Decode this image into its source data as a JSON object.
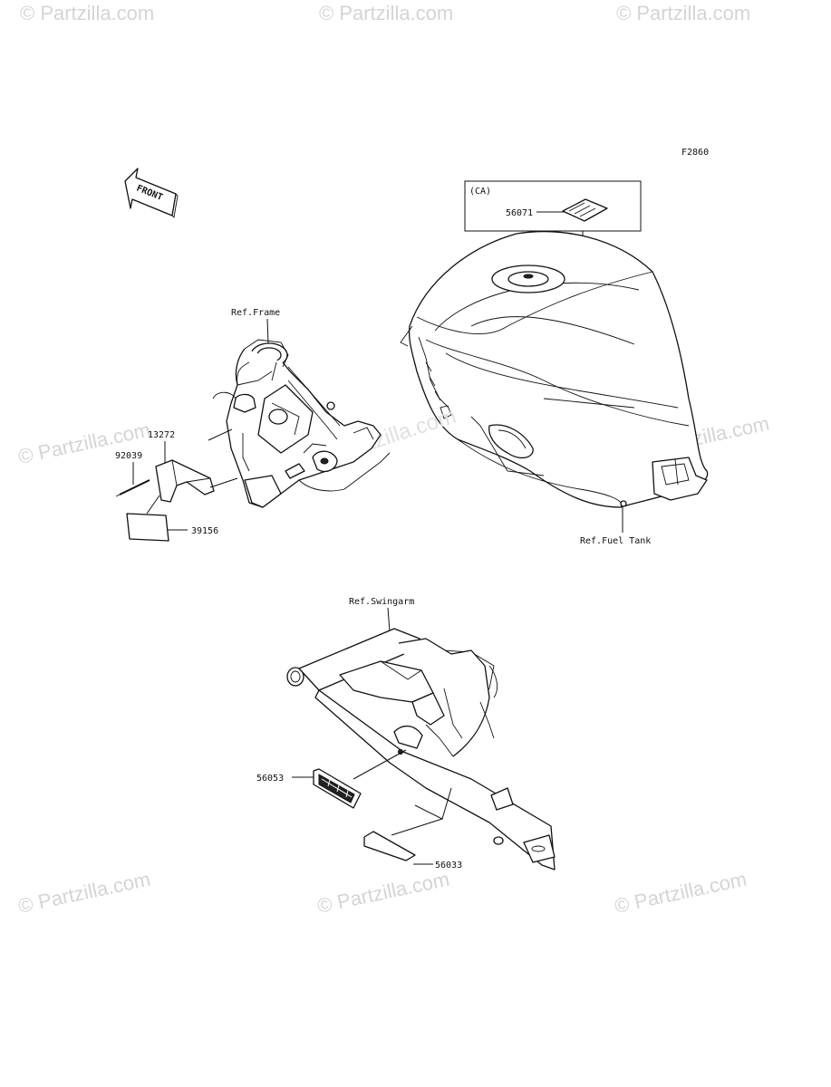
{
  "diagram": {
    "figure_code": "F2860",
    "direction_label": "FRONT",
    "watermark": "© Partzilla.com",
    "center_watermark": "Partzilla.com",
    "region_box_label": "(CA)",
    "references": {
      "frame": "Ref.Frame",
      "fuel_tank": "Ref.Fuel Tank",
      "swingarm": "Ref.Swingarm"
    },
    "parts": [
      {
        "number": "56071"
      },
      {
        "number": "13272"
      },
      {
        "number": "92039"
      },
      {
        "number": "39156"
      },
      {
        "number": "56053"
      },
      {
        "number": "56033"
      }
    ]
  }
}
